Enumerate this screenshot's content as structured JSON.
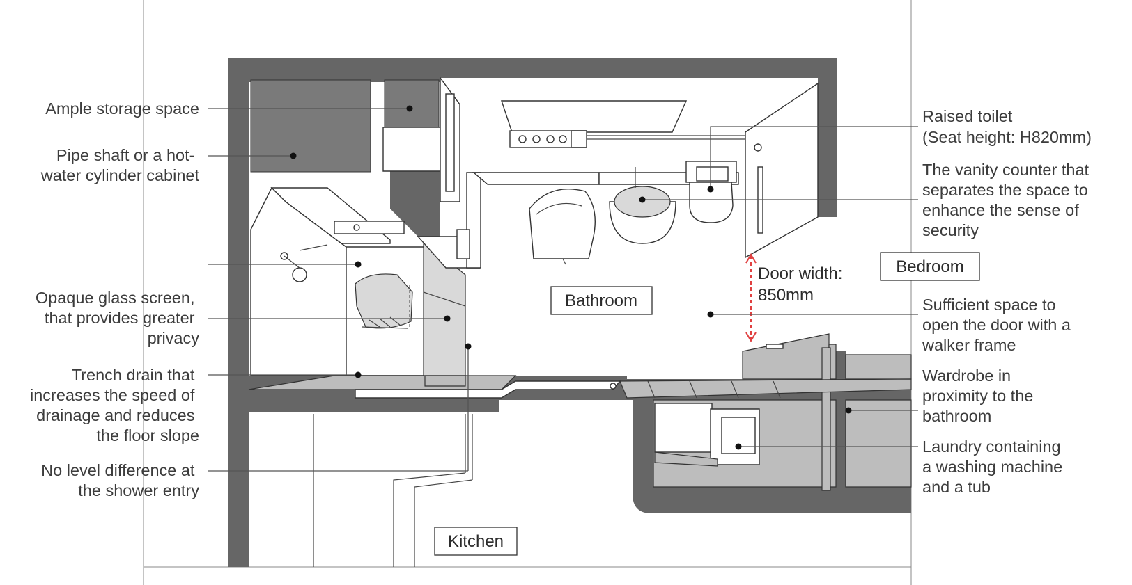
{
  "rooms": {
    "bathroom": "Bathroom",
    "bedroom": "Bedroom",
    "kitchen": "Kitchen"
  },
  "door_width": {
    "line1": "Door width:",
    "line2": "850mm",
    "arrow_color": "#e04040"
  },
  "callouts_left": {
    "storage": [
      "Ample storage space"
    ],
    "pipe_shaft": [
      "Pipe shaft or a hot-",
      "water cylinder cabinet"
    ],
    "shower_marker": [],
    "glass_screen": [
      "Opaque glass screen,",
      "that provides greater",
      "privacy"
    ],
    "trench_drain": [
      "Trench drain that",
      "increases the speed of",
      "drainage and reduces",
      "the floor slope"
    ],
    "no_level": [
      "No level difference at",
      "the shower entry"
    ]
  },
  "callouts_right": {
    "raised_toilet": [
      "Raised toilet",
      "(Seat height: H820mm)"
    ],
    "vanity": [
      "The vanity counter that",
      "separates the space to",
      "enhance the sense of",
      "security"
    ],
    "door_space": [
      "Sufficient space to",
      "open the door with a",
      "walker frame"
    ],
    "wardrobe": [
      "Wardrobe in",
      "proximity to the",
      "bathroom"
    ],
    "laundry": [
      "Laundry containing",
      "a washing machine",
      "and a tub"
    ]
  }
}
